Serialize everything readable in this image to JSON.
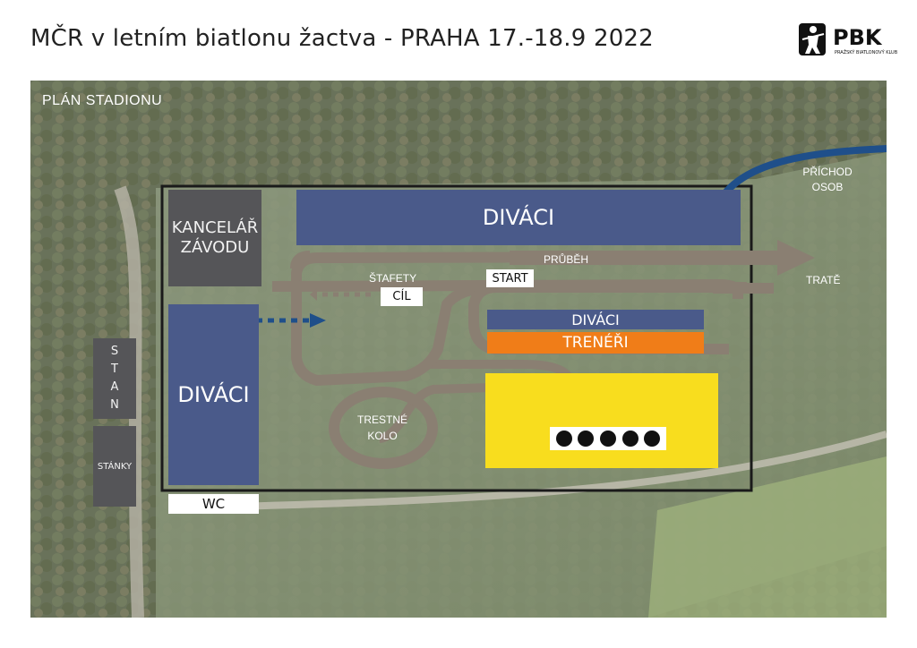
{
  "title": "MČR v letním biatlonu žactva - PRAHA 17.-18.9 2022",
  "logo": {
    "text": "PBK",
    "tagline": "PRAŽSKÝ BIATLONOVÝ KLUB"
  },
  "map": {
    "heading": "PLÁN STADIONU",
    "zones": {
      "spectators_top": "DIVÁCI",
      "spectators_left": "DIVÁCI",
      "spectators_mid": "DIVÁCI",
      "race_office": "KANCELÁŘ ZÁVODU",
      "coaches": "TRENÉŘI",
      "wc": "WC",
      "tent_letters": [
        "S",
        "T",
        "A",
        "N"
      ],
      "stalls": "STÁNKY",
      "start": "START",
      "finish": "CÍL",
      "relays": "ŠTAFETY",
      "penalty_loop": "TRESTNÉ KOLO",
      "passage": "PRŮBĚH",
      "track": "TRATĚ",
      "entrance": "PŘÍCHOD OSOB"
    },
    "targets": 5,
    "colors": {
      "spectators": "#4a5a8a",
      "coaches": "#f07d18",
      "shooting_range": "#f8dd1e",
      "buildings": "#555558",
      "track": "#8a7f72",
      "arrow_entrance": "#1f4f8a"
    }
  }
}
